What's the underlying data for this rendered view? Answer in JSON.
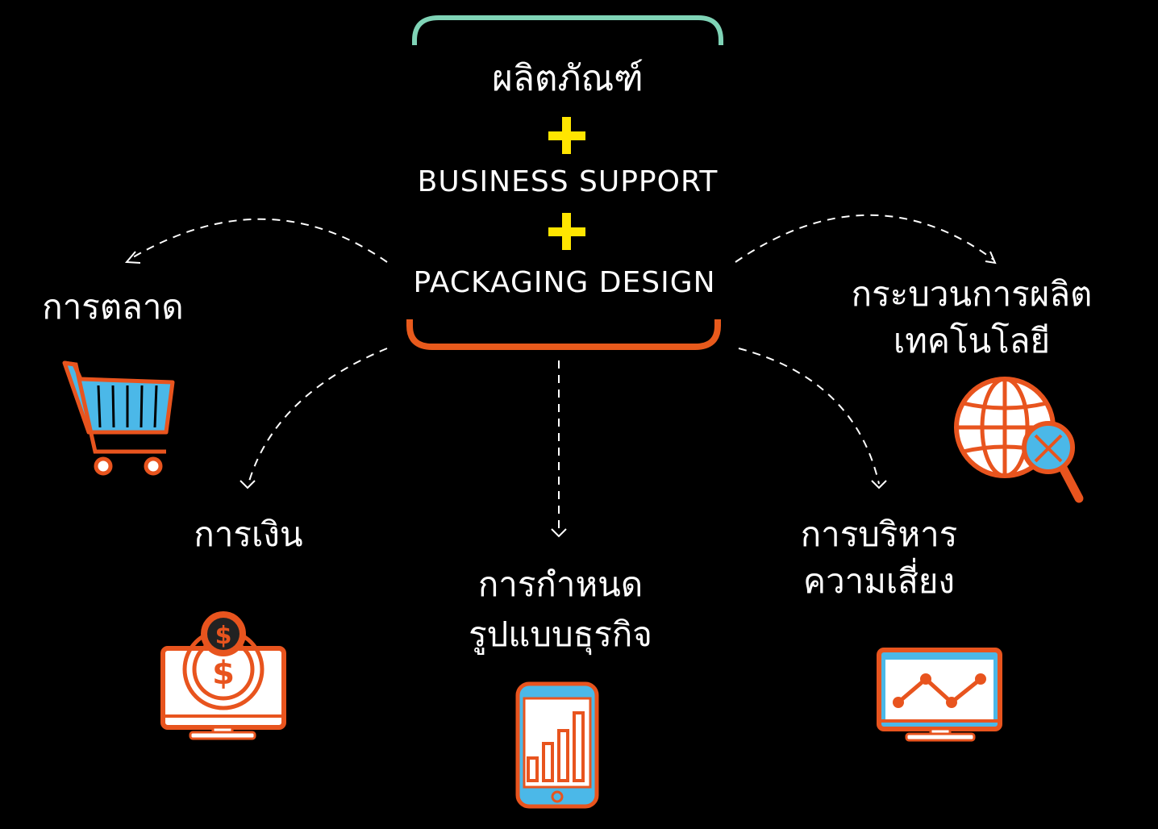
{
  "center": {
    "product": "ผลิตภัณฑ์",
    "business_support": "BUSINESS SUPPORT",
    "packaging_design": "PACKAGING DESIGN",
    "colors": {
      "top_bracket": "#7fd3b6",
      "bottom_bracket": "#e85a1c",
      "plus": "#ffe500"
    }
  },
  "nodes": {
    "marketing": {
      "label": "การตลาด",
      "icon": "shopping-cart-icon"
    },
    "finance": {
      "label": "การเงิน",
      "icon": "monitor-dollar-icon"
    },
    "business_model": {
      "line1": "การกำหนด",
      "line2": "รูปแบบธุรกิจ",
      "icon": "mobile-bar-chart-icon"
    },
    "risk": {
      "line1": "การบริหาร",
      "line2": "ความเสี่ยง",
      "icon": "monitor-line-chart-icon"
    },
    "production": {
      "line1": "กระบวนการผลิต",
      "line2": "เทคโนโลยี",
      "icon": "globe-search-icon"
    }
  },
  "colors": {
    "icon_stroke": "#e8541e",
    "icon_fill_blue": "#4bb8e8",
    "icon_fill_white": "#ffffff",
    "arrow": "#ffffff"
  }
}
